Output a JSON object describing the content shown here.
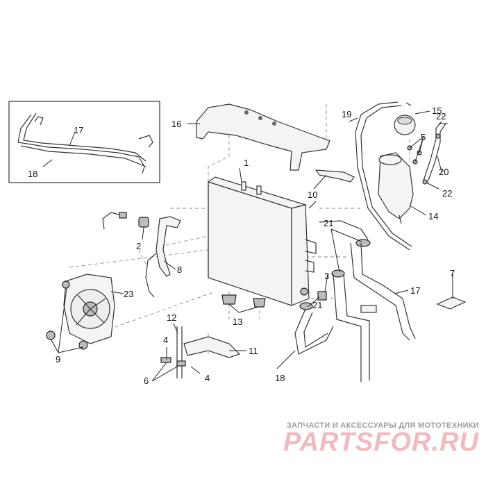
{
  "diagram": {
    "callouts": {
      "c1": "1",
      "c2": "2",
      "c3": "3",
      "c4a": "4",
      "c4b": "4",
      "c5": "5",
      "c6": "6",
      "c7": "7",
      "c8": "8",
      "c9": "9",
      "c10": "10",
      "c11": "11",
      "c12": "12",
      "c13": "13",
      "c14": "14",
      "c15": "15",
      "c16": "16",
      "c17a": "17",
      "c17b": "17",
      "c18a": "18",
      "c18b": "18",
      "c19": "19",
      "c20": "20",
      "c21a": "21",
      "c21b": "21",
      "c22a": "22",
      "c22b": "22",
      "c23": "23"
    }
  },
  "watermark": {
    "tagline": "ЗАПЧАСТИ И АКСЕССУАРЫ ДЛЯ МОТОТЕХНИКИ",
    "logo": "PARTSFOR.RU",
    "color": "#f2b9bf"
  },
  "colors": {
    "line": "#222222",
    "dash": "#8a8a8a",
    "background": "#ffffff"
  }
}
